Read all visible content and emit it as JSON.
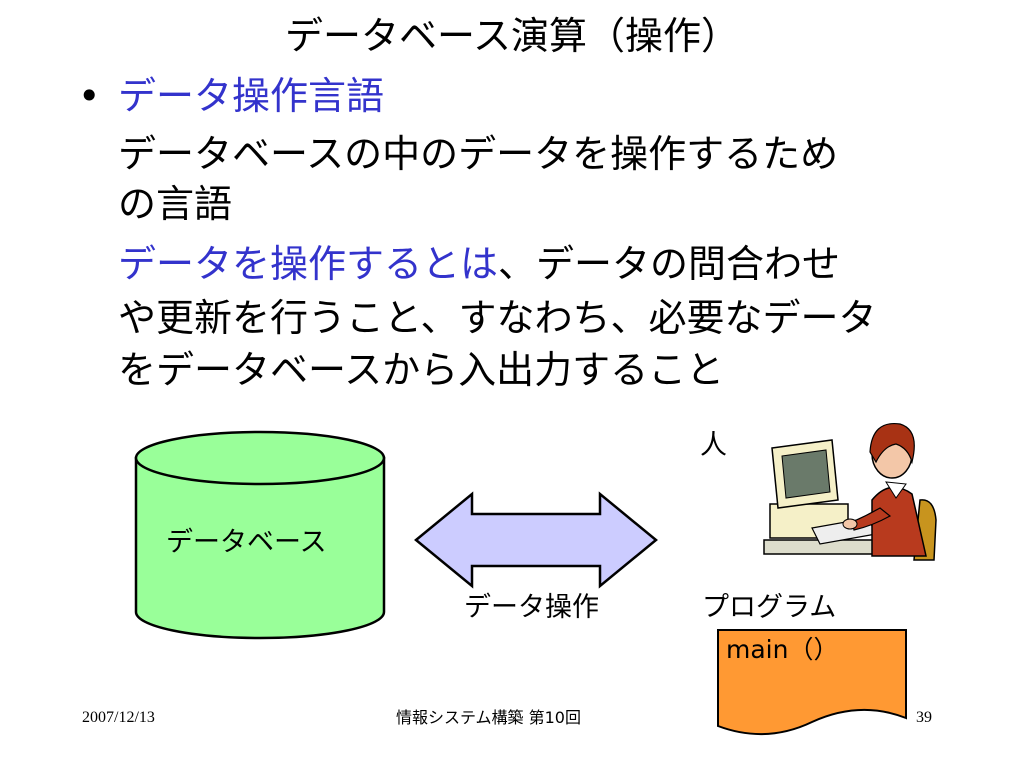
{
  "slide": {
    "title": "データベース演算（操作）",
    "bullet_marker": "•",
    "bullet_heading": "データ操作言語",
    "body_line_1": "データベースの中のデータを操作するため",
    "body_line_2": "の言語",
    "body_line_3_highlight": "データを操作するとは",
    "body_line_3_rest": "、データの問合わせ",
    "body_line_4": "や更新を行うこと、すなわち、必要なデータ",
    "body_line_5": "をデータベースから入出力すること"
  },
  "diagram": {
    "database_label": "データベース",
    "person_label": "人",
    "operation_label": "データ操作",
    "program_label": "プログラム",
    "program_code": "main（）",
    "colors": {
      "database_fill": "#99ff99",
      "arrow_fill": "#ccccff",
      "program_fill": "#ff9933",
      "highlight_text": "#3333cc"
    }
  },
  "footer": {
    "date": "2007/12/13",
    "course_title": "情報システム構築 第10回",
    "page_number": "39"
  }
}
